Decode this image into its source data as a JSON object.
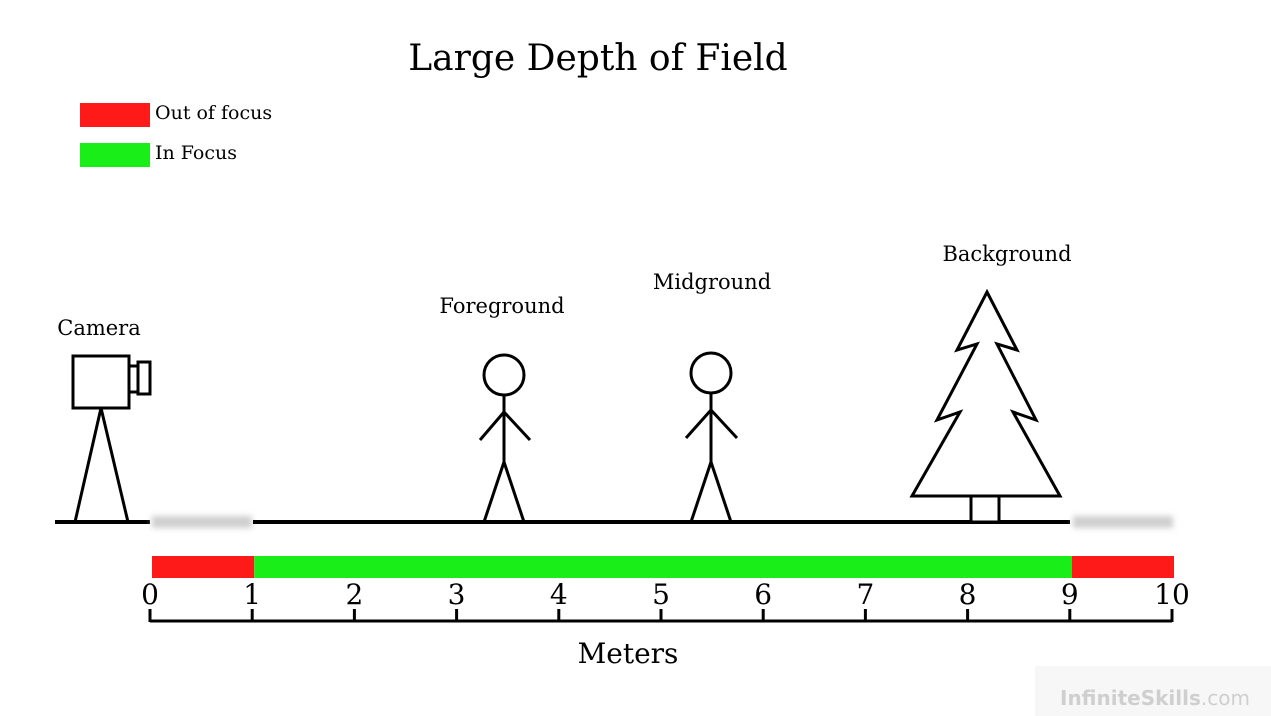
{
  "title": "Large Depth of Field",
  "legend": [
    {
      "label": "Out of focus",
      "color": "#ff1a1a"
    },
    {
      "label": "In Focus",
      "color": "#19ee19"
    }
  ],
  "objects": {
    "camera": "Camera",
    "foreground": "Foreground",
    "midground": "Midground",
    "background": "Background"
  },
  "axis": {
    "label": "Meters",
    "min": 0,
    "max": 10,
    "ticks": [
      "0",
      "1",
      "2",
      "3",
      "4",
      "5",
      "6",
      "7",
      "8",
      "9",
      "10"
    ]
  },
  "focus_range": {
    "near": 1,
    "far": 9,
    "out_color": "#ff1a1a",
    "in_color": "#19ee19"
  },
  "object_distances": {
    "foreground": 3.5,
    "midground": 5.5,
    "background": 8.2
  },
  "watermark": {
    "brand": "InfiniteSkills",
    "domain": ".com"
  }
}
